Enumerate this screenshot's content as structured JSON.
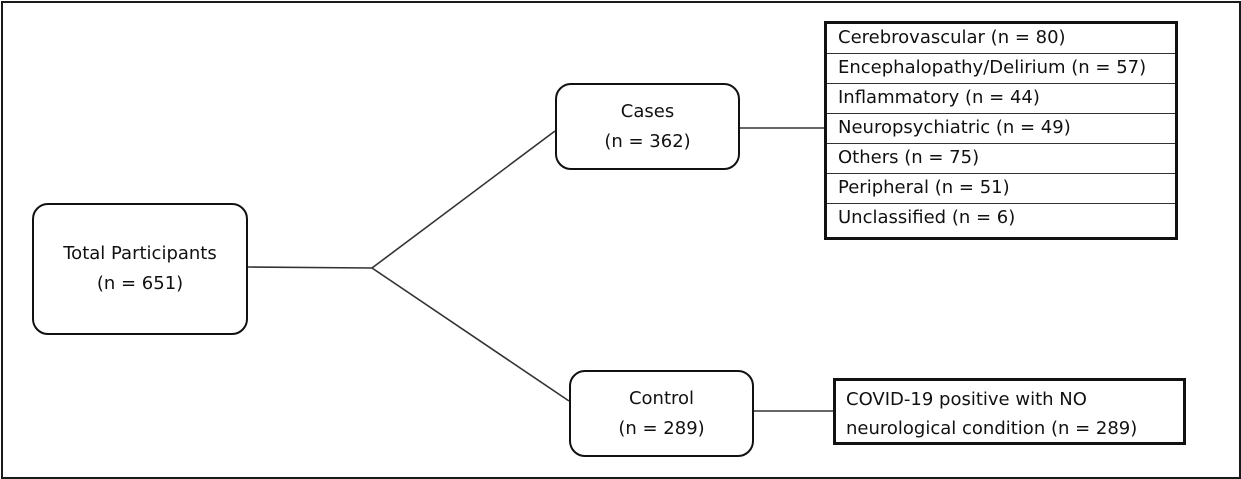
{
  "diagram": {
    "root": {
      "title": "Total Participants",
      "count": "(n = 651)"
    },
    "cases": {
      "title": "Cases",
      "count": "(n = 362)"
    },
    "control": {
      "title": "Control",
      "count": "(n = 289)"
    },
    "case_categories": [
      "Cerebrovascular (n = 80)",
      "Encephalopathy/Delirium (n = 57)",
      "Inflammatory (n = 44)",
      "Neuropsychiatric (n = 49)",
      "Others (n = 75)",
      "Peripheral (n = 51)",
      "Unclassified (n = 6)"
    ],
    "control_description": {
      "line1": "COVID-19 positive with NO",
      "line2": "neurological condition (n = 289)"
    }
  }
}
